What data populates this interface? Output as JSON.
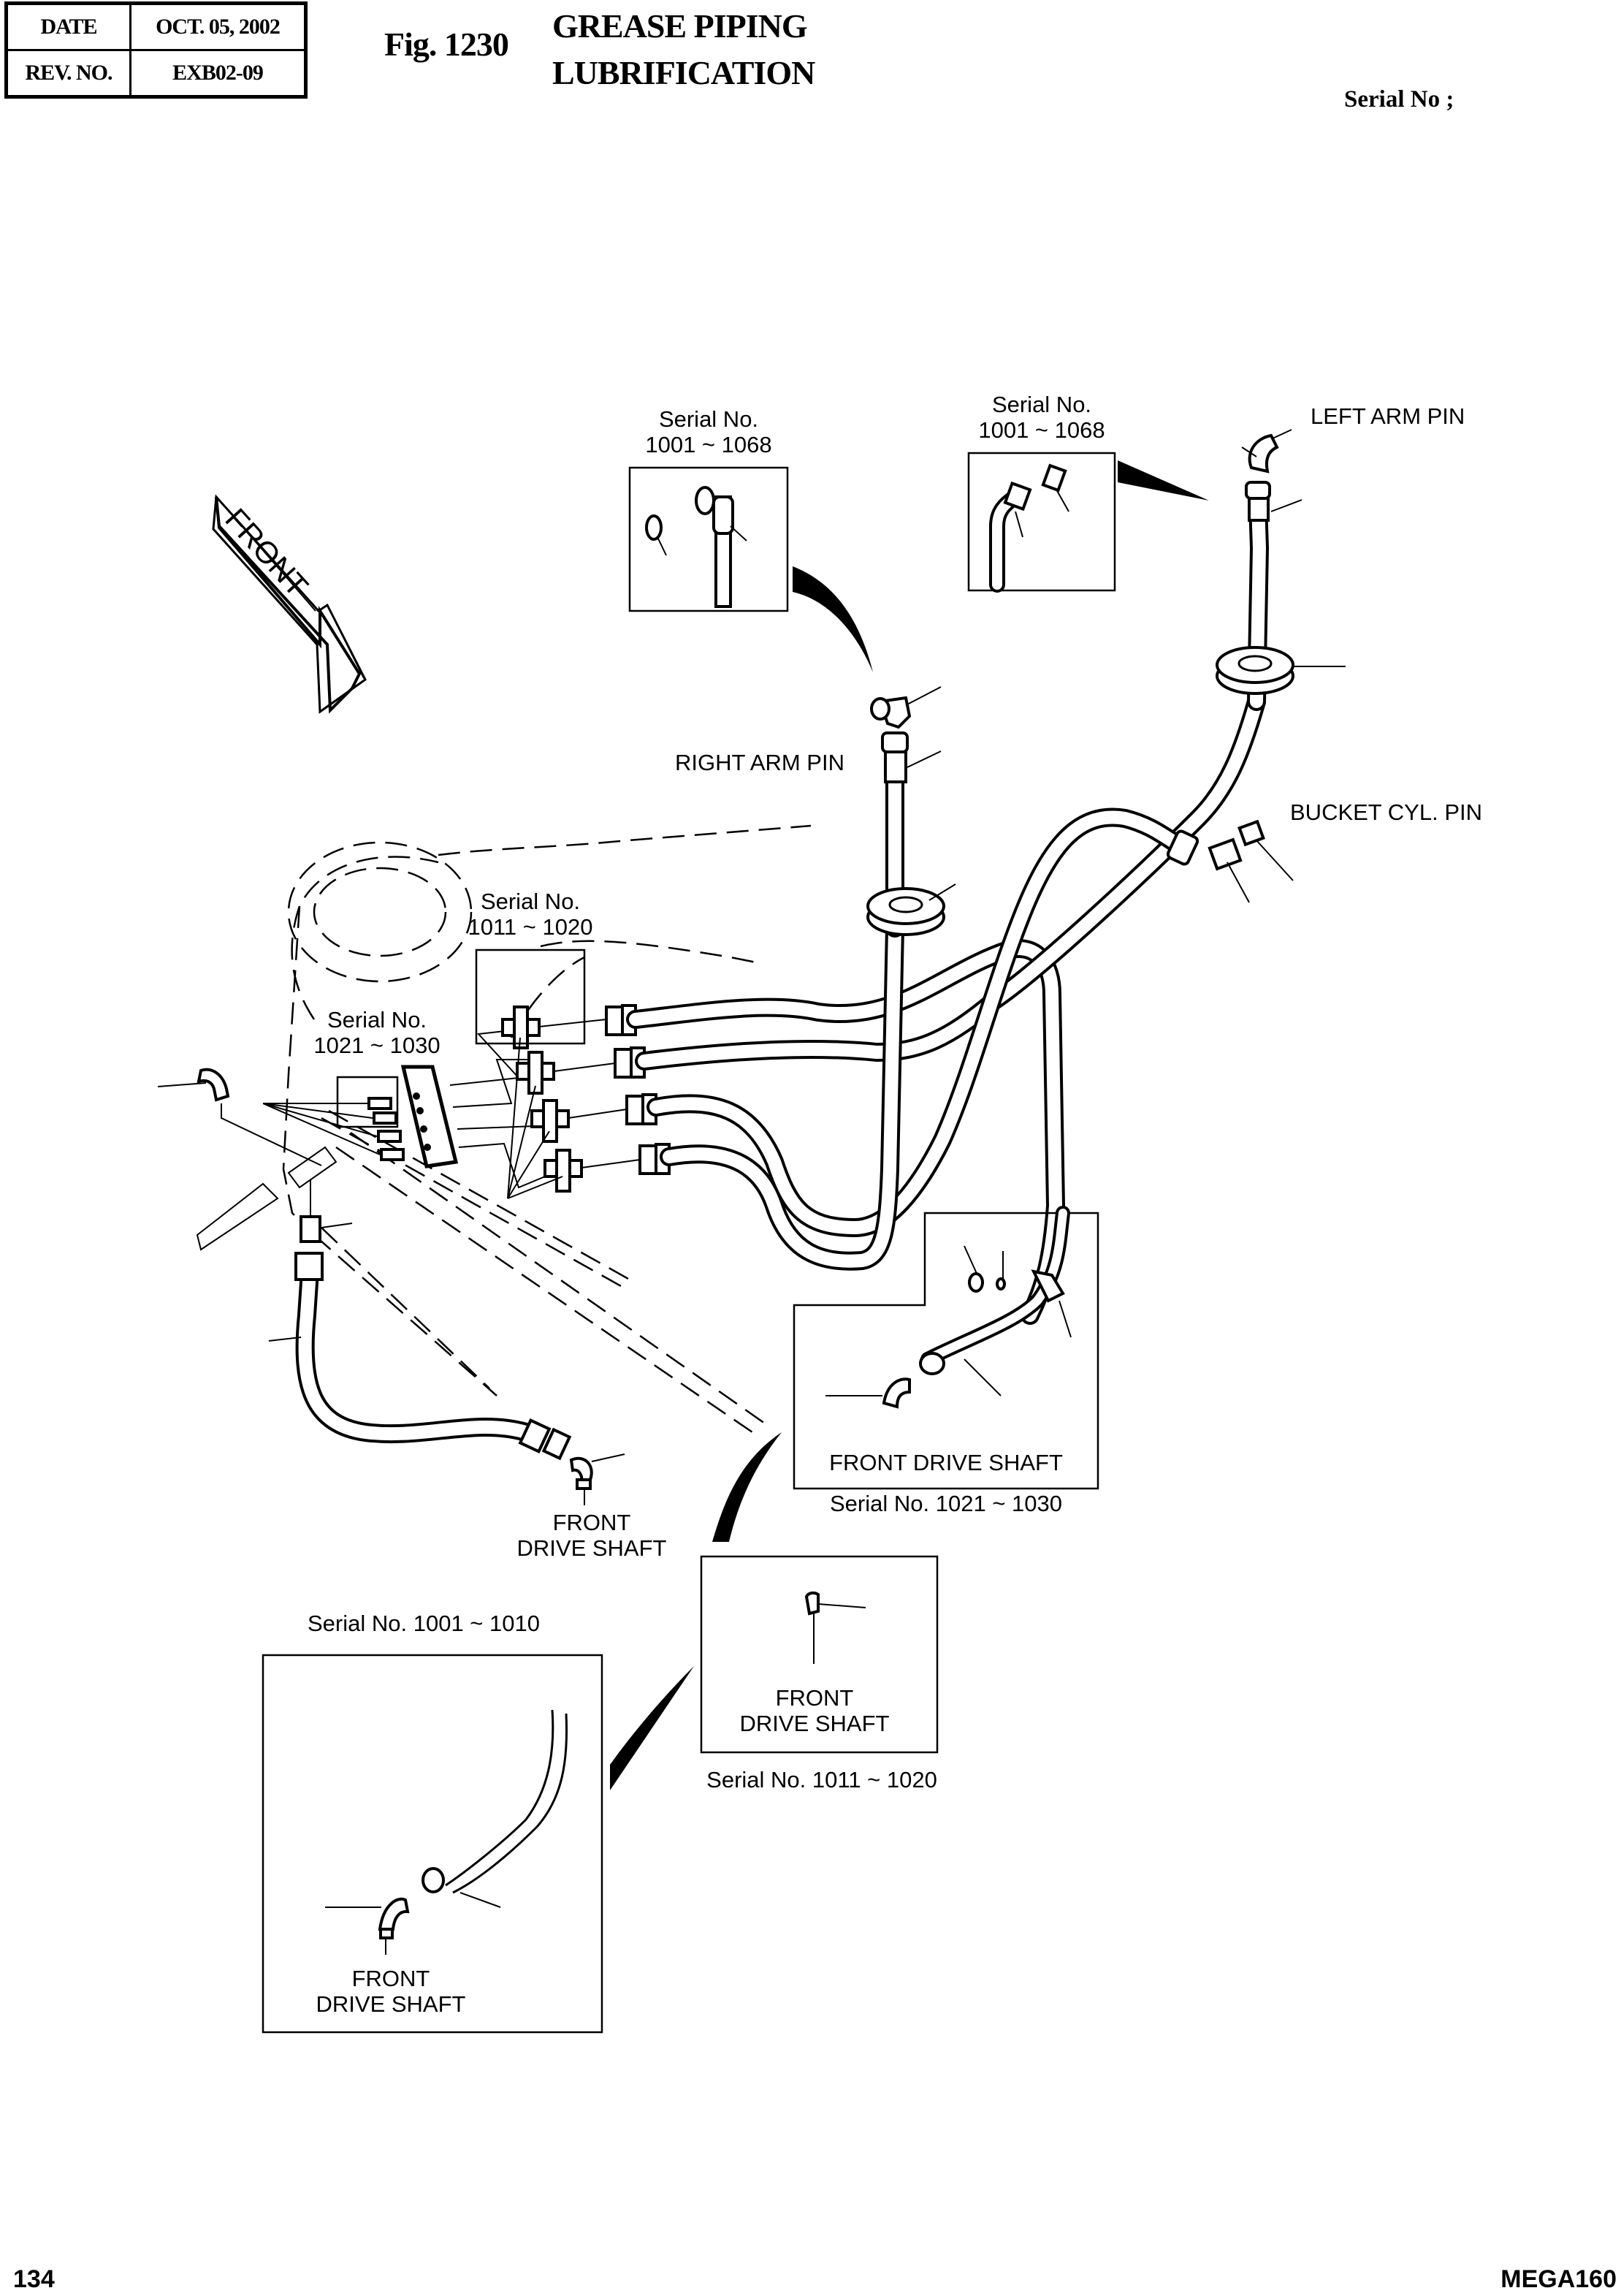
{
  "header": {
    "date_label": "DATE",
    "date_value": "OCT. 05, 2002",
    "rev_label": "REV. NO.",
    "rev_value": "EXB02-09",
    "figure_number": "Fig. 1230",
    "title_line1": "GREASE PIPING",
    "title_line2": "LUBRIFICATION",
    "serial_label": "Serial No ;"
  },
  "drawing": {
    "front_arrow_label": "FRONT",
    "insets": [
      {
        "id": "inset-right-arm",
        "caption_line1": "Serial No.",
        "caption_line2": "1001 ~ 1068"
      },
      {
        "id": "inset-left-arm",
        "caption_line1": "Serial No.",
        "caption_line2": "1001 ~ 1068"
      },
      {
        "id": "inset-block-1011",
        "caption_line1": "Serial No.",
        "caption_line2": "1011 ~ 1020"
      },
      {
        "id": "inset-block-1021",
        "caption_line1": "Serial No.",
        "caption_line2": "1021 ~ 1030"
      },
      {
        "id": "inset-fds-1021",
        "inner_label": "FRONT DRIVE SHAFT",
        "caption": "Serial No. 1021 ~ 1030"
      },
      {
        "id": "inset-fds-1011",
        "inner_label_line1": "FRONT",
        "inner_label_line2": "DRIVE SHAFT",
        "caption": "Serial No. 1011 ~ 1020"
      },
      {
        "id": "inset-fds-1001",
        "inner_label_line1": "FRONT",
        "inner_label_line2": "DRIVE SHAFT",
        "caption": "Serial No. 1001 ~ 1010"
      }
    ],
    "labels": {
      "left_arm_pin": "LEFT ARM PIN",
      "right_arm_pin": "RIGHT ARM PIN",
      "bucket_cyl_pin": "BUCKET CYL. PIN",
      "front_drive_shaft_line1": "FRONT",
      "front_drive_shaft_line2": "DRIVE SHAFT"
    }
  },
  "footer": {
    "page_number": "134",
    "model": "MEGA160"
  }
}
